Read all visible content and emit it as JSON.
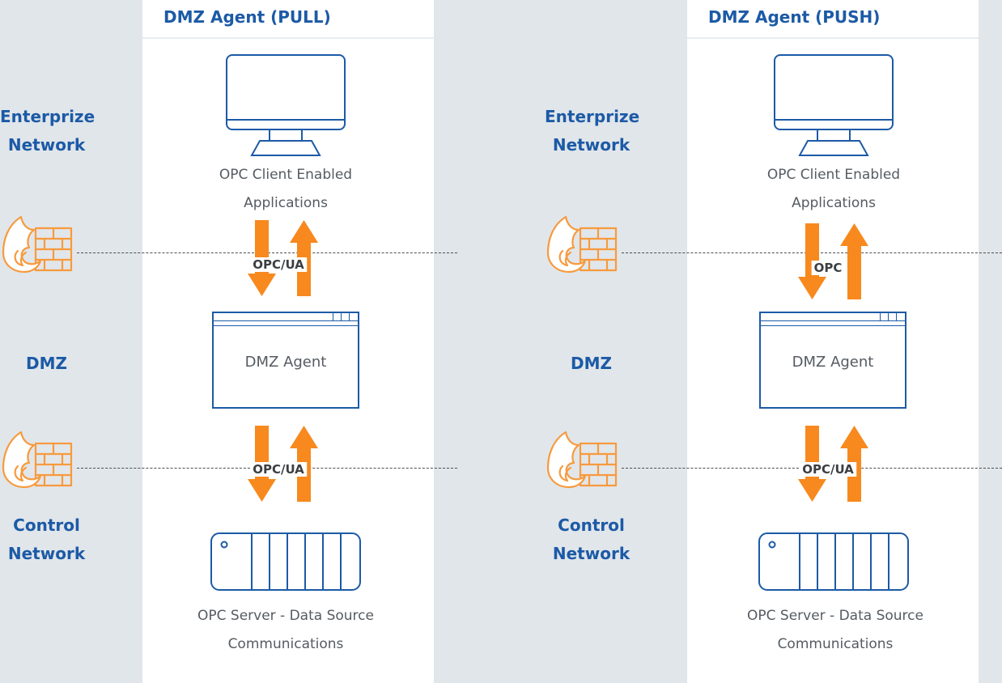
{
  "panels": [
    {
      "title": "DMZ Agent (PULL)",
      "client_caption": [
        "OPC Client Enabled",
        "Applications"
      ],
      "top_protocol": "OPC/UA",
      "agent_label": "DMZ Agent",
      "bottom_protocol": "OPC/UA",
      "server_caption": [
        "OPC Server - Data Source",
        "Communications"
      ]
    },
    {
      "title": "DMZ Agent (PUSH)",
      "client_caption": [
        "OPC Client Enabled",
        "Applications"
      ],
      "top_protocol": "OPC",
      "agent_label": "DMZ Agent",
      "bottom_protocol": "OPC/UA",
      "server_caption": [
        "OPC Server - Data Source",
        "Communications"
      ]
    }
  ],
  "zones": {
    "enterprise": [
      "Enterprize",
      "Network"
    ],
    "dmz": "DMZ",
    "control": [
      "Control",
      "Network"
    ]
  },
  "colors": {
    "primary_blue": "#1c5aa6",
    "arrow_orange": "#f7891e",
    "firewall_orange": "#f79a3e",
    "background": "#e1e6ea",
    "panel": "#ffffff"
  },
  "icons": [
    "monitor-icon",
    "firewall-icon",
    "server-rack-icon",
    "window-icon",
    "bidirectional-arrows-icon"
  ]
}
